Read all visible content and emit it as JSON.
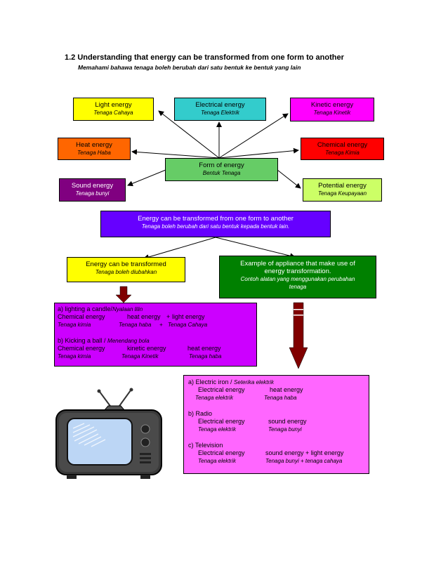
{
  "heading": {
    "title": "1.2  Understanding that energy can be transformed from one form to another",
    "subtitle": "Memahami bahawa tenaga boleh berubah dari satu bentuk ke bentuk yang lain"
  },
  "center": {
    "label": "Form of energy",
    "label_ms": "Bentuk Tenaga"
  },
  "forms": [
    {
      "id": "light",
      "label": "Light  energy",
      "label_ms": "Tenaga Cahaya",
      "color": "#FFFF00"
    },
    {
      "id": "electrical",
      "label": "Electrical energy",
      "label_ms": "Tenaga Elektrik",
      "color": "#33CCCC"
    },
    {
      "id": "kinetic",
      "label": "Kinetic energy",
      "label_ms": "Tenaga Kinetik",
      "color": "#FF00FF"
    },
    {
      "id": "heat",
      "label": "Heat  energy",
      "label_ms": "Tenaga Haba",
      "color": "#FF6600"
    },
    {
      "id": "chemical",
      "label": "Chemical energy",
      "label_ms": "Tenaga Kimia",
      "color": "#FF0000"
    },
    {
      "id": "sound",
      "label": "Sound energy",
      "label_ms": "Tenaga bunyi",
      "color": "#800080"
    },
    {
      "id": "potential",
      "label": "Potential energy",
      "label_ms": "Tenaga Keupayaan",
      "color": "#CCFF66"
    }
  ],
  "statement": {
    "label": "Energy can be transformed from one form to another",
    "label_ms": "Tenaga boleh berubah dari satu bentuk kepada bentuk lain."
  },
  "transform_box": {
    "label": "Energy can be transformed",
    "label_ms": "Tenaga boleh diubahkan"
  },
  "appliance_box": {
    "label_line1": "Example of appliance that make use of",
    "label_line2": "energy transformation.",
    "label_ms_line1": "Contoh alatan yang menggunakan perubahan",
    "label_ms_line2": "tenaga"
  },
  "examples": {
    "a": {
      "title": "a) lighting a candle/",
      "title_ms": "Nyalaan lilin",
      "from": "Chemical energy",
      "to1": "heat energy",
      "plus": "+",
      "to2": "light energy",
      "from_ms": "Tenaga kimia",
      "to1_ms": "Tenaga haba",
      "plus_ms": "+",
      "to2_ms": "Tenaga Cahaya"
    },
    "b": {
      "title": "b) Kicking a ball / ",
      "title_ms": "Menendang bola",
      "from": "Chemical energy",
      "mid": "kinetic energy",
      "to": "heat  energy",
      "from_ms": "Tenaga kimia",
      "mid_ms": "Tenaga Kinetik",
      "to_ms": "Tenaga haba"
    }
  },
  "appliances": {
    "iron": {
      "title": "a)  Electric iron / ",
      "title_ms": "Seterika elektrik",
      "from": "Electrical energy",
      "to": "heat  energy",
      "from_ms": "Tenaga elektrik",
      "to_ms": "Tenaga haba"
    },
    "radio": {
      "title": "b)  Radio",
      "from": "Electrical energy",
      "to": "sound energy",
      "from_ms": "Tenaga elektrik",
      "to_ms": "Tenaga bunyi"
    },
    "tv": {
      "title": "c) Television",
      "from": "Electrical energy",
      "to": "sound energy + light energy",
      "from_ms": "Tenaga elektrik",
      "to_ms": "Tenaga bunyi + tenaga cahaya"
    }
  },
  "colors": {
    "center": "#66CC66",
    "statement": "#6600FF",
    "transform": "#FFFF00",
    "appliance": "#008000",
    "example_panel": "#CC00FF",
    "appliance_panel": "#FF66FF",
    "big_arrow": "#800000",
    "small_arrow": "#FF0000"
  }
}
